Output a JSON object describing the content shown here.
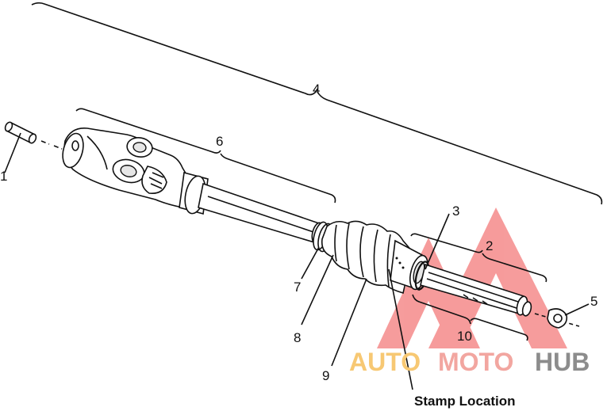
{
  "callouts": {
    "c1": "1",
    "c2": "2",
    "c3": "3",
    "c4": "4",
    "c5": "5",
    "c6": "6",
    "c7": "7",
    "c8": "8",
    "c9": "9",
    "c10": "10"
  },
  "stamp_label": "Stamp Location",
  "watermark": {
    "auto": "AUTO",
    "moto": "MOTO",
    "hub": "HUB",
    "auto_color": "#f7c873",
    "moto_color": "#f2a6a0",
    "hub_color": "#8c8c8c",
    "logo_color": "#ef4b4b"
  }
}
